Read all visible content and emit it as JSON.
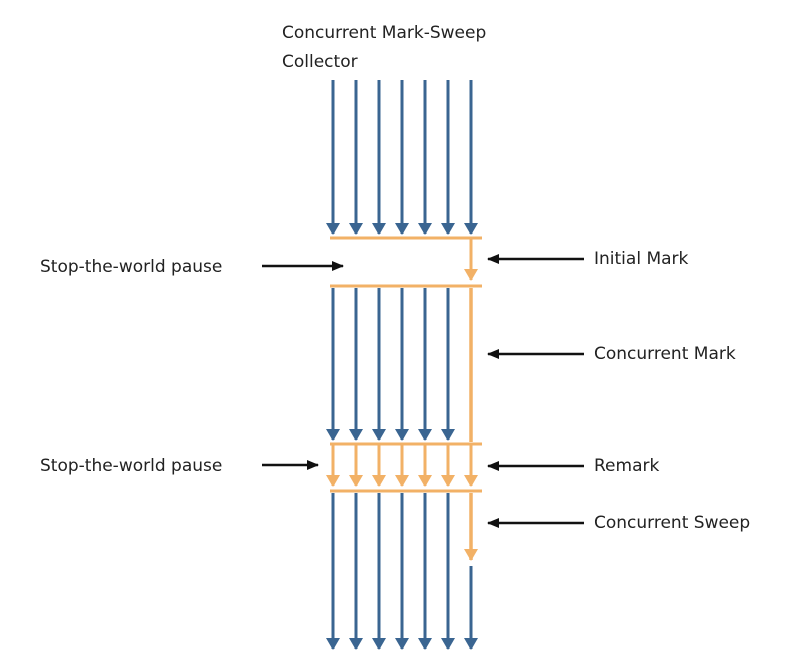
{
  "title": {
    "line1": "Concurrent Mark-Sweep",
    "line2": "Collector"
  },
  "labels": {
    "stw_pause_1": "Stop-the-world pause",
    "stw_pause_2": "Stop-the-world pause",
    "initial_mark": "Initial Mark",
    "concurrent_mark": "Concurrent Mark",
    "remark": "Remark",
    "concurrent_sweep": "Concurrent Sweep"
  },
  "colors": {
    "app_thread": "#3a6591",
    "gc_thread": "#f2b166",
    "label_arrow": "#111111",
    "text": "#222222"
  },
  "application_threads": 7
}
